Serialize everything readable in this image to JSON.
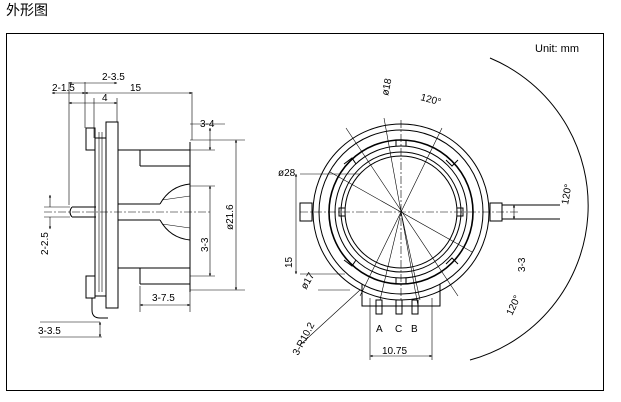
{
  "title": "外形图",
  "unit_label": "Unit: mm",
  "side_view": {
    "dim_top_a": "2-3.5",
    "dim_top_b": "2-1.5",
    "dim_top_c": "15",
    "dim_top_d": "4",
    "dim_right_a": "3-4",
    "dim_right_b": "ø21.6",
    "dim_right_c": "3-3",
    "dim_bottom_a": "3-7.5",
    "dim_left_a": "2-2.5",
    "dim_left_b": "3-3.5"
  },
  "front_view": {
    "dia_a": "ø18",
    "dia_b": "ø28",
    "dia_c": "ø17",
    "angle_top": "120°",
    "angle_right": "120°",
    "angle_bottom": "120°",
    "dim_left": "15",
    "dim_right": "3-3",
    "dim_radius": "3-R10.2",
    "dim_bottom": "10.75",
    "terminal_labels": [
      "A",
      "C",
      "B"
    ]
  }
}
